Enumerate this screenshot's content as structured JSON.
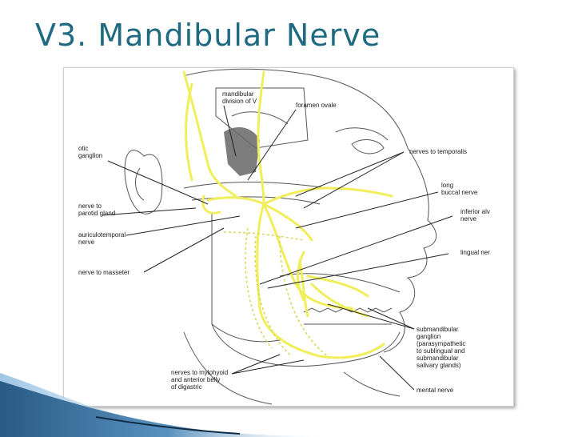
{
  "slide": {
    "title": "V3.  Mandibular Nerve",
    "title_color": "#1f6a80"
  },
  "figure": {
    "labels": {
      "mandibular_division": "mandibular\ndivision of V",
      "foramen_ovale": "foramen ovale",
      "otic_ganglion": "otic\nganglion",
      "nerves_to_temporalis": "nerves to temporalis",
      "long_buccal_nerve": "long\nbuccal nerve",
      "nerve_to_parotid": "nerve to\nparotid gland",
      "inferior_alveolar": "inferior alv\nnerve",
      "auriculotemporal": "auriculotemporal\nnerve",
      "lingual_nerve": "lingual ner",
      "nerve_to_masseter": "nerve to masseter",
      "submandibular_ganglion": "submandibular\nganglion\n(parasympathetic\nto sublingual and\nsubmandibular\nsalivary glands)",
      "nerves_to_mylohyoid": "nerves to mylohyoid\nand anterior belly\nof digastric",
      "mental_nerve": "mental nerve"
    },
    "nerve_color": "#f0ee5a",
    "line_color": "#222222"
  }
}
